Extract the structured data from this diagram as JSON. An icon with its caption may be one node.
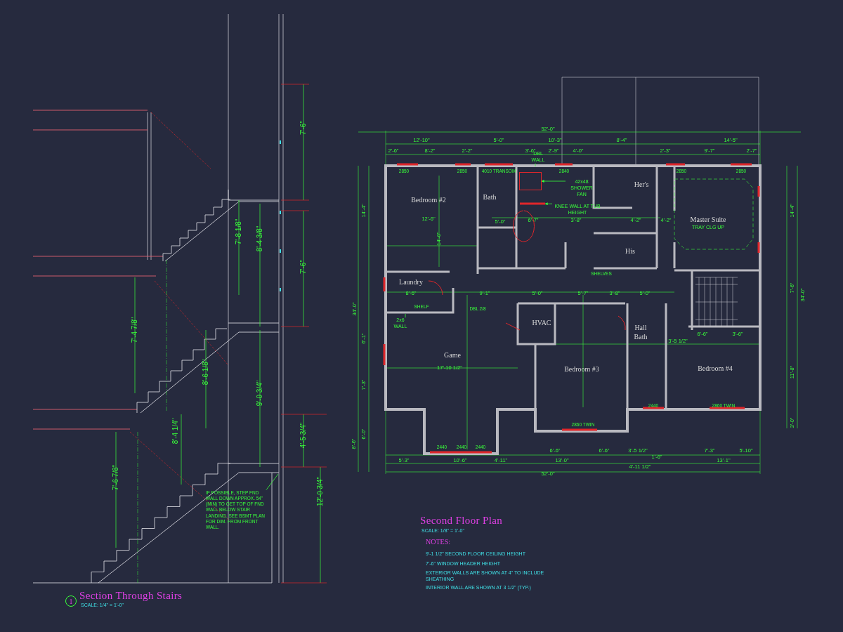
{
  "diagram": {
    "nodes": [
      {
        "text": [
          "Bedroom #2"
        ]
      },
      {
        "text": [
          "Bath"
        ]
      },
      {
        "text": [
          "Her's"
        ]
      },
      {
        "text": [
          "Master Suite",
          "TRAY CLG UP"
        ]
      },
      {
        "text": [
          "His"
        ]
      },
      {
        "text": [
          "Laundry"
        ]
      },
      {
        "text": [
          "HVAC"
        ]
      },
      {
        "text": [
          "Hall Bath"
        ]
      },
      {
        "text": [
          "Game"
        ]
      },
      {
        "text": [
          "Bedroom #3"
        ]
      },
      {
        "text": [
          "Bedroom #4"
        ]
      },
      {
        "text": [
          "DBL WALL"
        ]
      },
      {
        "text": [
          "42x48 SHOWER FAN"
        ]
      },
      {
        "text": [
          "KNEE WALL AT TUB HEIGHT"
        ]
      },
      {
        "text": [
          "2x6 WALL"
        ]
      },
      {
        "text": [
          "IF POSSIBLE, STEP FND WALL DOWN APPROX. 54\"(MIN) TO GET TOP OF FND WALL BELOW STAIR LANDING. SEE BSMT PLAN FOR DIM. FROM FRONT WALL."
        ]
      },
      {
        "text": [
          "1"
        ]
      },
      {
        "text": [],
        "shape": "box"
      },
      {
        "text": [],
        "shape": "bar"
      }
    ],
    "edges": [
      {
        "from": 11,
        "to": null,
        "arrow": "none"
      },
      {
        "from": 12,
        "to": 17,
        "arrow": "to"
      },
      {
        "from": 13,
        "to": 18,
        "arrow": "to"
      },
      {
        "from": 14,
        "to": null,
        "arrow": "none"
      },
      {
        "from": 15,
        "to": null,
        "arrow": "none"
      }
    ],
    "labels": [
      "Second Floor Plan",
      "SCALE: 1/8\" = 1'-0\"",
      "NOTES:",
      "9'-1 1/2\" SECOND FLOOR CEILING HEIGHT",
      "7'-6\" WINDOW HEADER HEIGHT",
      "EXTERIOR WALLS ARE SHOWN AT 4\" TO INCLUDE SHEATHING",
      "INTERIOR WALL ARE SHOWN AT 3 1/2\" (TYP.)",
      "Section Through Stairs",
      "SCALE: 1/4\" = 1'-0\"",
      "52'-0\"",
      "12'-10\"",
      "5'-0\"",
      "10'-3\"",
      "8'-4\"",
      "14'-5\"",
      "2'-6\"",
      "8'-2\"",
      "2'-2\"",
      "3'-6\"",
      "2'-9\"",
      "4'-0\"",
      "2'-3\"",
      "9'-7\"",
      "2'-7\"",
      "2850",
      "2850",
      "4010 TRANSOM",
      "2840",
      "2850",
      "2850",
      "12'-6\"",
      "14'-0\"",
      "5'-0\"",
      "6'-7\"",
      "3'-8\"",
      "4'-2\"",
      "4'-2\"",
      "8'-6\"",
      "9'-1\"",
      "5'-0\"",
      "5'-7\"",
      "3'-8\"",
      "5'-0\"",
      "DBL 2/8",
      "SHELF",
      "SHELVES",
      "17'-10 1/2\"",
      "6'-6\"",
      "3'-6\"",
      "3'-5 1/2\"",
      "2440",
      "2440",
      "2440",
      "2860 TWIN",
      "2440",
      "2860 TWIN",
      "6'-6\"",
      "6'-6\"",
      "3'-5 1/2\"",
      "7'-3\"",
      "5'-10\"",
      "5'-3\"",
      "10'-6\"",
      "4'-11\"",
      "13'-0\"",
      "1'-6\"",
      "13'-1\"",
      "4'-11 1/2\"",
      "52'-0\"",
      "14'-4\"",
      "34'-0\"",
      "6'-1\"",
      "7'-3\"",
      "6'-0\"",
      "8'-6\"",
      "14'-4\"",
      "34'-0\"",
      "7'-6\"",
      "11'-8\"",
      "3'-0\"",
      "7'-6\"",
      "7'-8 1/8\"",
      "8'-4 3/8\"",
      "7'-6\"",
      "7'-4 7/8\"",
      "8'-6 1/8\"",
      "9'-0 3/4\"",
      "8'-4 1/4\"",
      "4'-5 3/4\"",
      "7'-6 7/8\"",
      "12'-0 3/4\""
    ]
  }
}
